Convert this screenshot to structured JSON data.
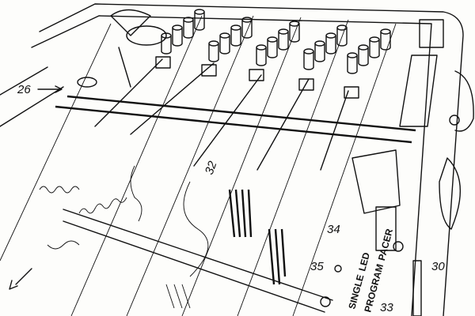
{
  "figure": {
    "reference_numerals": {
      "r26": "26",
      "r32": "32",
      "r34": "34",
      "r35": "35",
      "r33": "33",
      "r30": "30"
    },
    "panel_labels": {
      "led": "LED",
      "single": "SINGLE",
      "program": "PROGRAM",
      "pacer": "PACER"
    }
  }
}
